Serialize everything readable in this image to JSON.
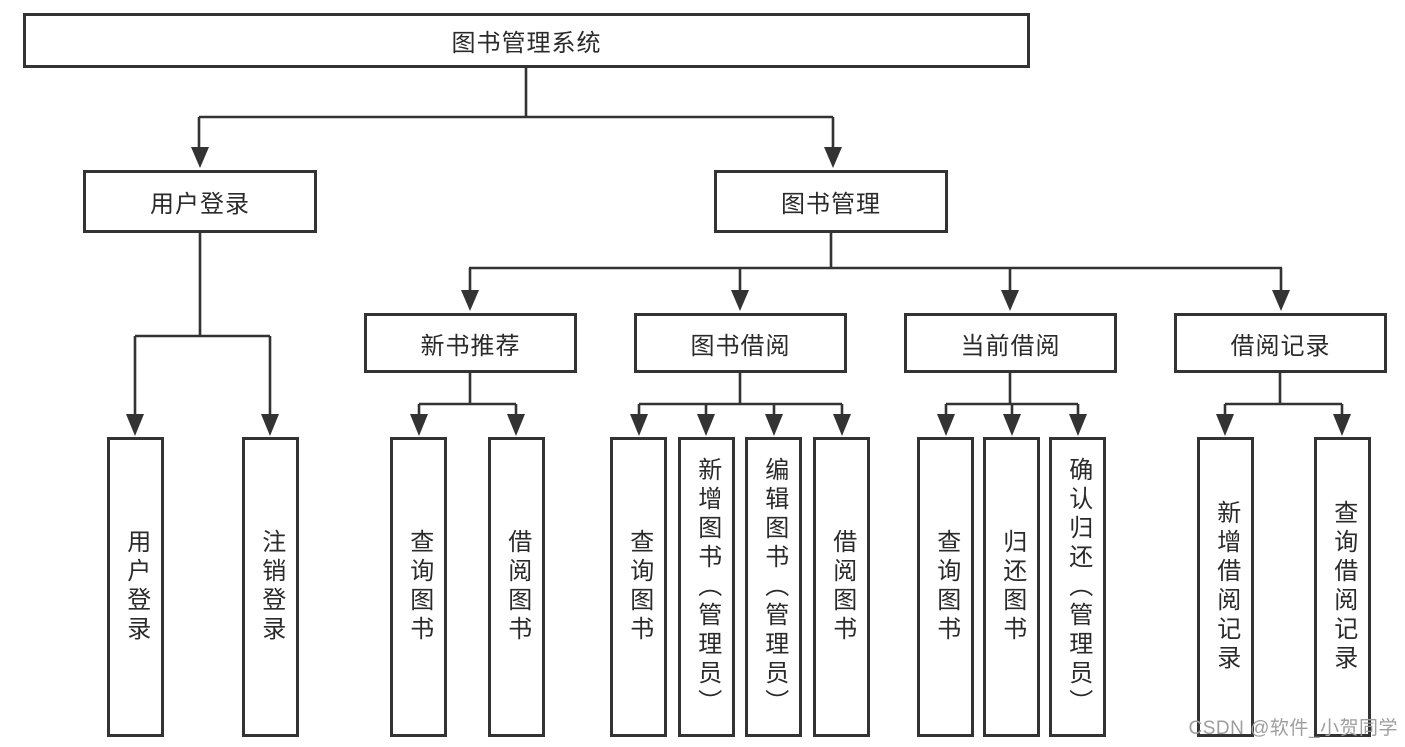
{
  "diagram": {
    "root": "图书管理系统",
    "branches": [
      {
        "label": "用户登录",
        "children": [
          "用户登录",
          "注销登录"
        ]
      },
      {
        "label": "图书管理",
        "groups": [
          {
            "label": "新书推荐",
            "children": [
              "查询图书",
              "借阅图书"
            ]
          },
          {
            "label": "图书借阅",
            "children": [
              "查询图书",
              "新增图书（管理员）",
              "编辑图书（管理员）",
              "借阅图书"
            ]
          },
          {
            "label": "当前借阅",
            "children": [
              "查询图书",
              "归还图书",
              "确认归还（管理员）"
            ]
          },
          {
            "label": "借阅记录",
            "children": [
              "新增借阅记录",
              "查询借阅记录"
            ]
          }
        ]
      }
    ]
  },
  "watermark": "CSDN @软件_小贺同学",
  "colors": {
    "line": "#333333",
    "text": "#2a2a2a",
    "box_background": "#ffffff",
    "page_background": "#ffffff",
    "watermark": "#9e9e9e"
  }
}
